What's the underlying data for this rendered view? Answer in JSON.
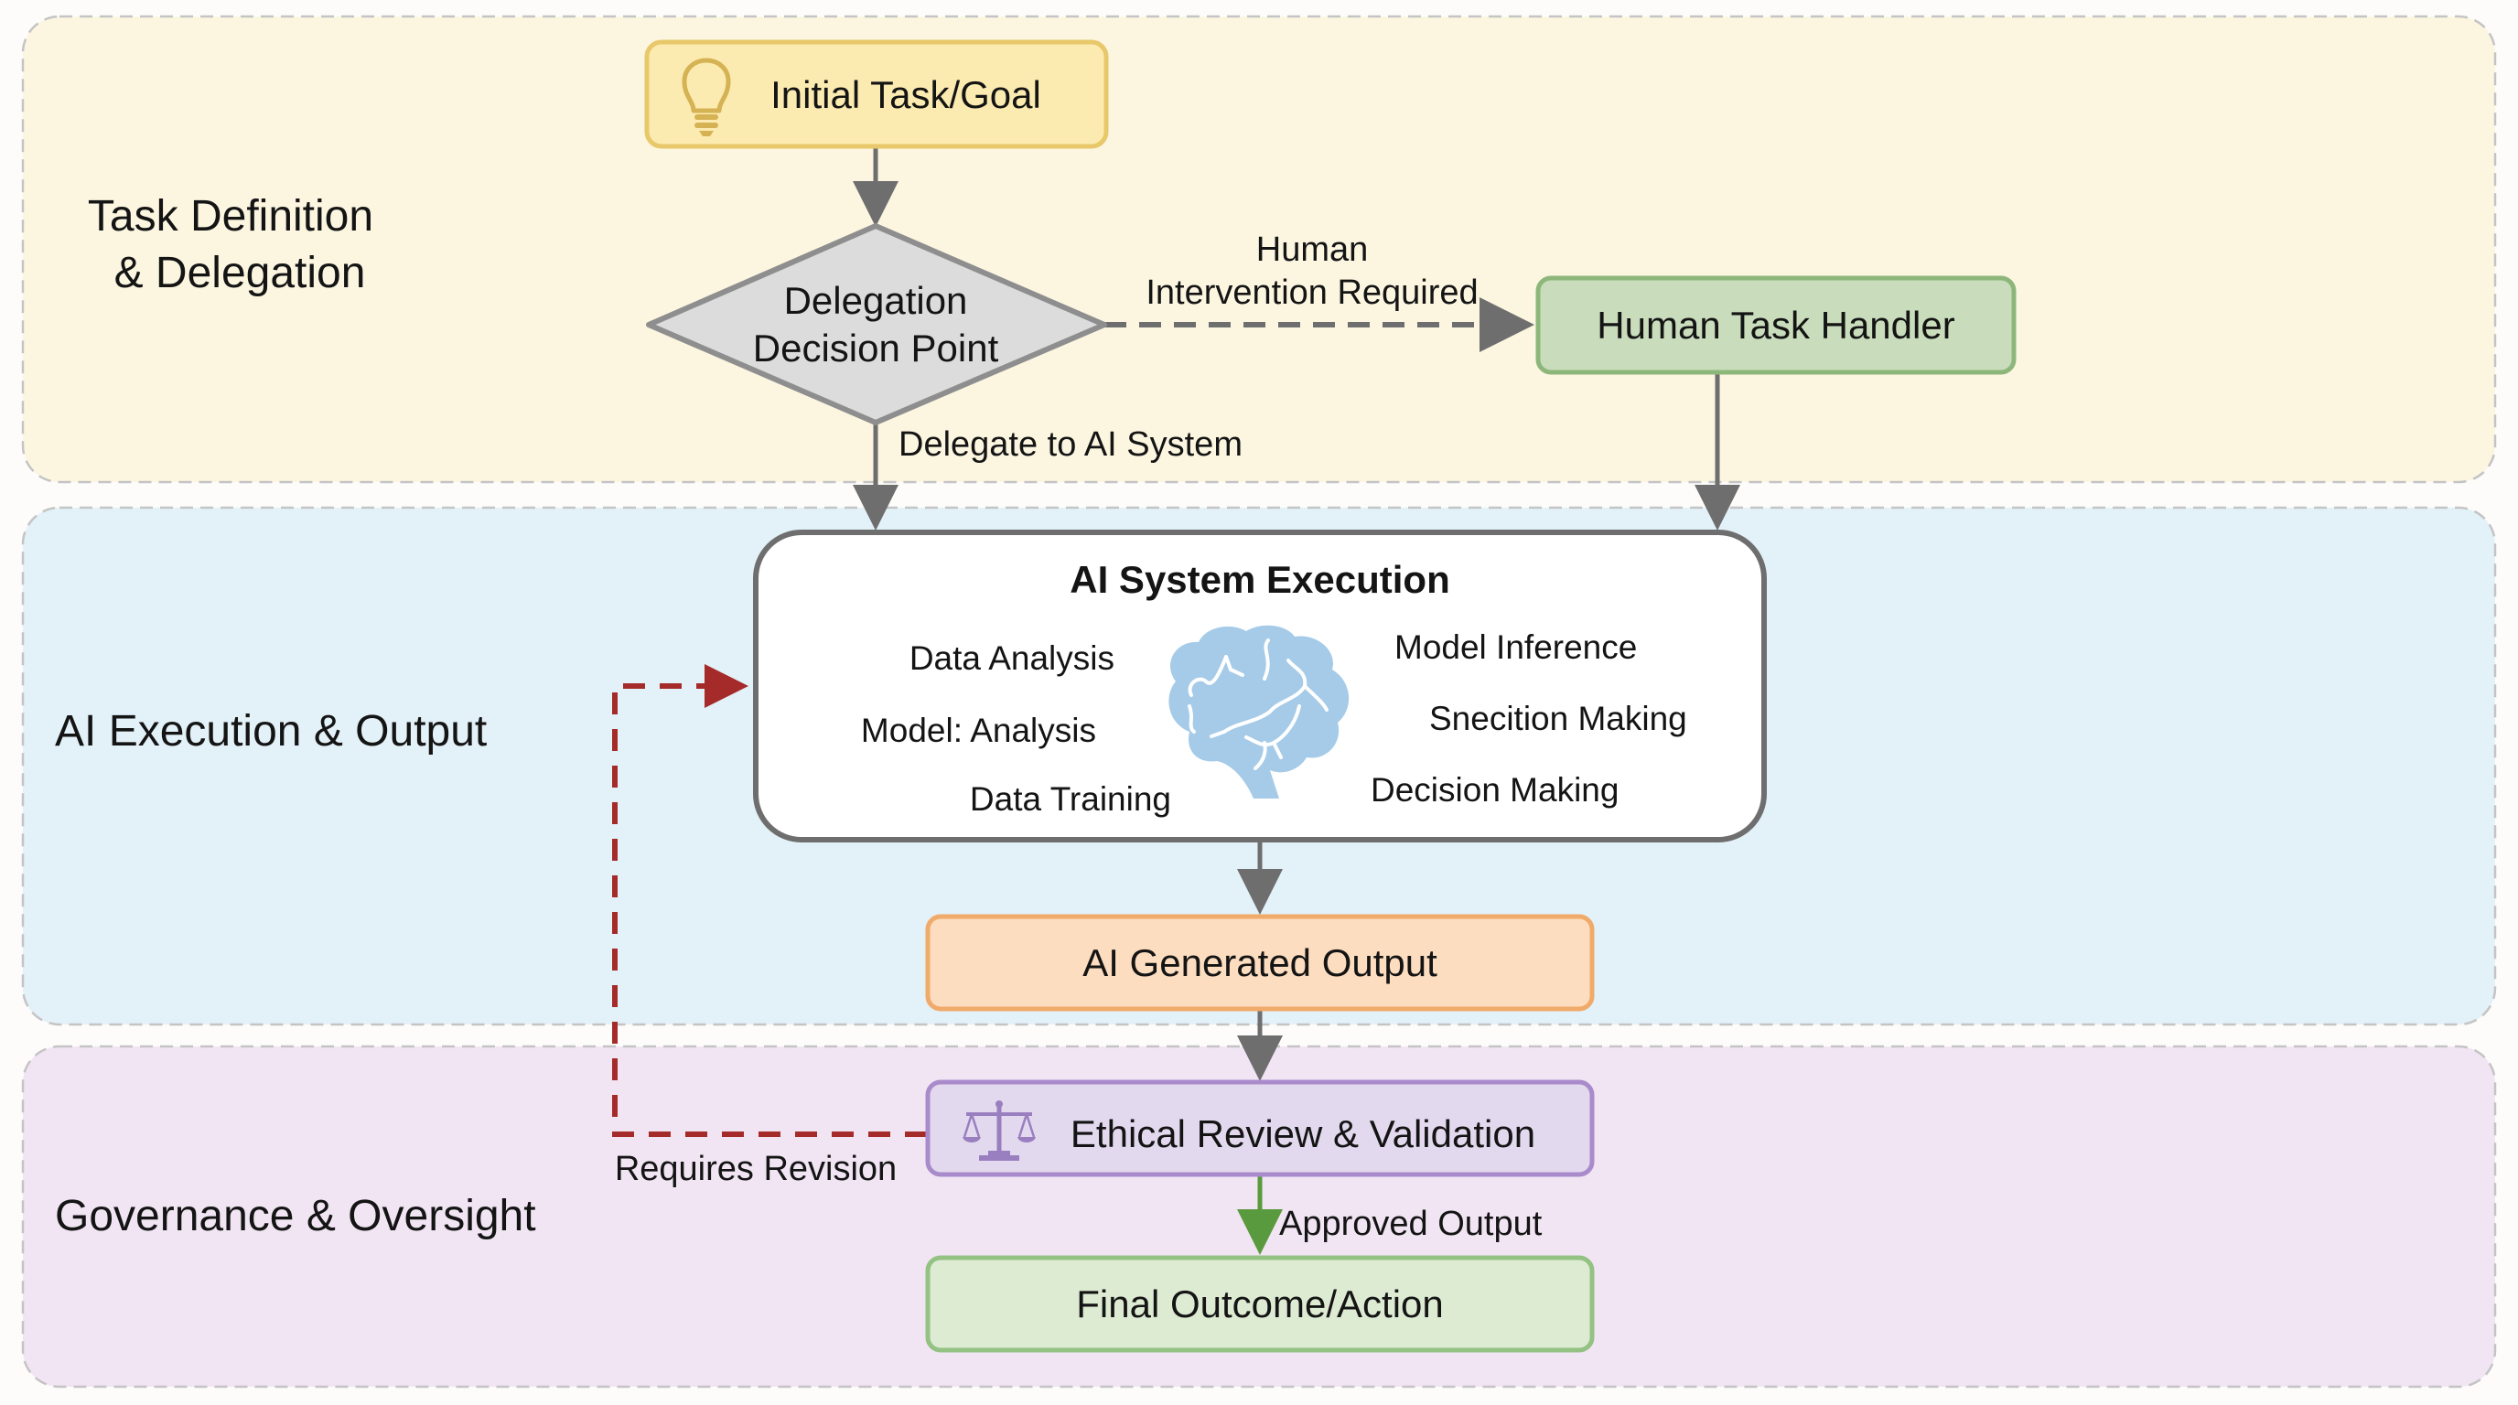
{
  "diagram": {
    "lanes": [
      {
        "id": "task-definition",
        "label_lines": [
          "Task Definition",
          "& Delegation"
        ],
        "fill": "#FCF6E1"
      },
      {
        "id": "ai-execution",
        "label_lines": [
          "AI Execution & Output"
        ],
        "fill": "#E3F1F8"
      },
      {
        "id": "governance",
        "label_lines": [
          "Governance & Oversight"
        ],
        "fill": "#F1E5F4"
      }
    ],
    "nodes": {
      "initial": {
        "label": "Initial Task/Goal",
        "icon": "lightbulb-icon",
        "fill": "#FCEBB0",
        "stroke": "#E8C86A"
      },
      "decision": {
        "label_lines": [
          "Delegation",
          "Decision Point"
        ],
        "shape": "diamond",
        "fill": "#DCDCDC",
        "stroke": "#8E8E8E"
      },
      "human": {
        "label": "Human Task Handler",
        "fill": "#C9DCBC",
        "stroke": "#8DB77A"
      },
      "ai_system": {
        "title": "AI System Execution",
        "icon": "brain-icon",
        "icon_color": "#A5CBE8",
        "items_left": [
          "Data Analysis",
          "Model: Analysis",
          "Data Training"
        ],
        "items_right": [
          "Model Inference",
          "Snecition Making",
          "Decision Making"
        ],
        "fill": "#FFFFFF",
        "stroke": "#6E6E6E"
      },
      "output": {
        "label": "AI Generated Output",
        "fill": "#FCDDC0",
        "stroke": "#F0AA6A"
      },
      "ethical": {
        "label": "Ethical Review & Validation",
        "icon": "scales-icon",
        "fill": "#E3D9EE",
        "stroke": "#A98BCB"
      },
      "final": {
        "label": "Final Outcome/Action",
        "fill": "#DDEBD3",
        "stroke": "#94C282"
      }
    },
    "edges": {
      "human_intervention": {
        "label_lines": [
          "Human",
          "Intervention Required"
        ],
        "style": "dashed",
        "color": "#6E6E6E"
      },
      "delegate_ai": {
        "label": "Delegate to AI System",
        "color": "#6E6E6E"
      },
      "requires_revision": {
        "label": "Requires Revision",
        "style": "dashed",
        "color": "#A52A2A"
      },
      "approved_output": {
        "label": "Approved Output",
        "color": "#5A9A3E"
      }
    }
  }
}
